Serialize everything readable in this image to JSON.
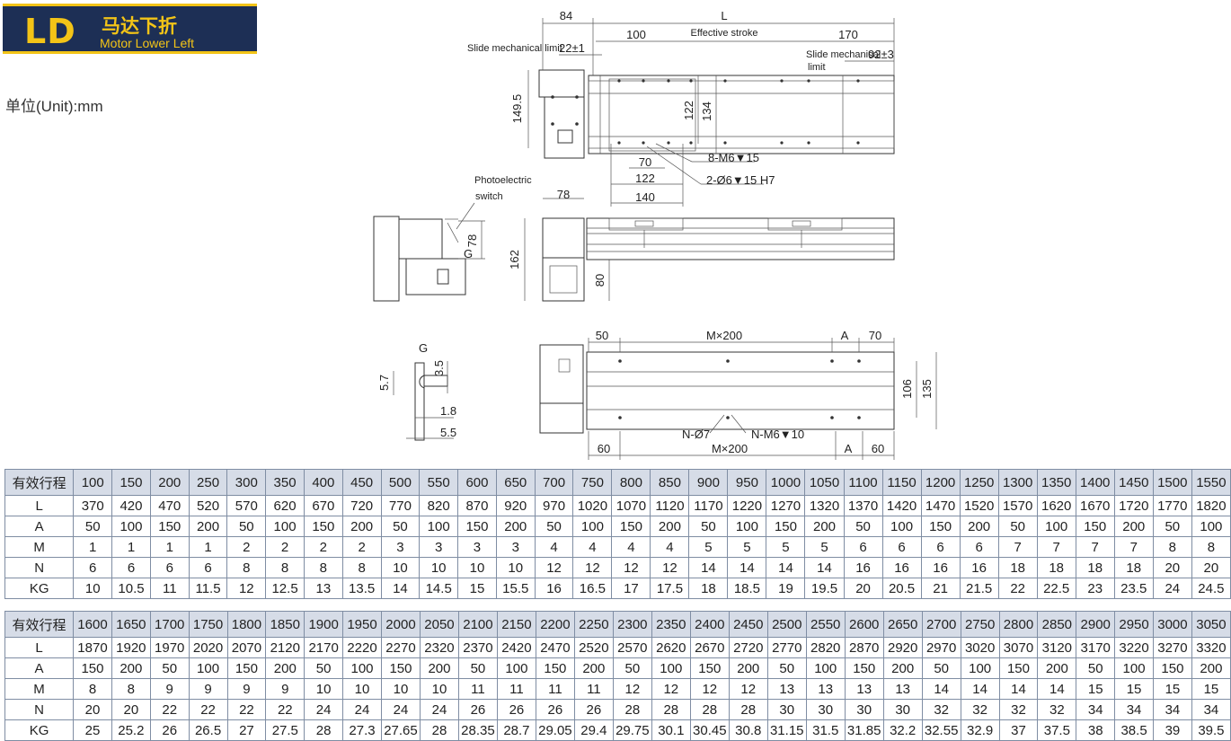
{
  "header": {
    "code": "LD",
    "title_cn": "马达下折",
    "title_en": "Motor Lower Left"
  },
  "unit_label": "单位(Unit):mm",
  "accent_color": "#f3c417",
  "badge_color": "#1d2f55",
  "drawing": {
    "top_view": {
      "dim_84": "84",
      "dim_L": "L",
      "dim_100": "100",
      "effective_stroke": "Effective stroke",
      "dim_170": "170",
      "slide_limit_left": "Slide mechanical limit",
      "dim_22": "22±1",
      "slide_limit_right_1": "Slide mechanical",
      "slide_limit_right_2": "limit",
      "dim_92": "92±3",
      "dim_149_5": "149.5",
      "dim_122": "122",
      "dim_134": "134",
      "dim_70": "70",
      "dim_122b": "122",
      "dim_140": "140",
      "hole_note_1": "8-M6▼15",
      "hole_note_2": "2-Ø6▼15 H7"
    },
    "side_view": {
      "photo_1": "Photoelectric",
      "photo_2": "switch",
      "dim_78a": "78",
      "label_g": "G",
      "dim_78b": "78",
      "dim_162": "162",
      "dim_80": "80"
    },
    "detail_g": {
      "label": "G",
      "dim_3_5": "3.5",
      "dim_5_7": "5.7",
      "dim_1_8": "1.8",
      "dim_5_5": "5.5"
    },
    "bottom_view": {
      "dim_50": "50",
      "dim_mx200_top": "M×200",
      "dim_a_top": "A",
      "dim_70": "70",
      "dim_106": "106",
      "dim_135": "135",
      "note_n7": "N-Ø7",
      "note_nm6": "N-M6▼10",
      "dim_60_left": "60",
      "dim_mx200_bot": "M×200",
      "dim_a_bot": "A",
      "dim_60_right": "60"
    }
  },
  "table1": {
    "rows": [
      [
        "有效行程",
        "100",
        "150",
        "200",
        "250",
        "300",
        "350",
        "400",
        "450",
        "500",
        "550",
        "600",
        "650",
        "700",
        "750",
        "800",
        "850",
        "900",
        "950",
        "1000",
        "1050",
        "1100",
        "1150",
        "1200",
        "1250",
        "1300",
        "1350",
        "1400",
        "1450",
        "1500",
        "1550"
      ],
      [
        "L",
        "370",
        "420",
        "470",
        "520",
        "570",
        "620",
        "670",
        "720",
        "770",
        "820",
        "870",
        "920",
        "970",
        "1020",
        "1070",
        "1120",
        "1170",
        "1220",
        "1270",
        "1320",
        "1370",
        "1420",
        "1470",
        "1520",
        "1570",
        "1620",
        "1670",
        "1720",
        "1770",
        "1820"
      ],
      [
        "A",
        "50",
        "100",
        "150",
        "200",
        "50",
        "100",
        "150",
        "200",
        "50",
        "100",
        "150",
        "200",
        "50",
        "100",
        "150",
        "200",
        "50",
        "100",
        "150",
        "200",
        "50",
        "100",
        "150",
        "200",
        "50",
        "100",
        "150",
        "200",
        "50",
        "100"
      ],
      [
        "M",
        "1",
        "1",
        "1",
        "1",
        "2",
        "2",
        "2",
        "2",
        "3",
        "3",
        "3",
        "3",
        "4",
        "4",
        "4",
        "4",
        "5",
        "5",
        "5",
        "5",
        "6",
        "6",
        "6",
        "6",
        "7",
        "7",
        "7",
        "7",
        "8",
        "8"
      ],
      [
        "N",
        "6",
        "6",
        "6",
        "6",
        "8",
        "8",
        "8",
        "8",
        "10",
        "10",
        "10",
        "10",
        "12",
        "12",
        "12",
        "12",
        "14",
        "14",
        "14",
        "14",
        "16",
        "16",
        "16",
        "16",
        "18",
        "18",
        "18",
        "18",
        "20",
        "20"
      ],
      [
        "KG",
        "10",
        "10.5",
        "11",
        "11.5",
        "12",
        "12.5",
        "13",
        "13.5",
        "14",
        "14.5",
        "15",
        "15.5",
        "16",
        "16.5",
        "17",
        "17.5",
        "18",
        "18.5",
        "19",
        "19.5",
        "20",
        "20.5",
        "21",
        "21.5",
        "22",
        "22.5",
        "23",
        "23.5",
        "24",
        "24.5"
      ]
    ]
  },
  "table2": {
    "rows": [
      [
        "有效行程",
        "1600",
        "1650",
        "1700",
        "1750",
        "1800",
        "1850",
        "1900",
        "1950",
        "2000",
        "2050",
        "2100",
        "2150",
        "2200",
        "2250",
        "2300",
        "2350",
        "2400",
        "2450",
        "2500",
        "2550",
        "2600",
        "2650",
        "2700",
        "2750",
        "2800",
        "2850",
        "2900",
        "2950",
        "3000",
        "3050"
      ],
      [
        "L",
        "1870",
        "1920",
        "1970",
        "2020",
        "2070",
        "2120",
        "2170",
        "2220",
        "2270",
        "2320",
        "2370",
        "2420",
        "2470",
        "2520",
        "2570",
        "2620",
        "2670",
        "2720",
        "2770",
        "2820",
        "2870",
        "2920",
        "2970",
        "3020",
        "3070",
        "3120",
        "3170",
        "3220",
        "3270",
        "3320"
      ],
      [
        "A",
        "150",
        "200",
        "50",
        "100",
        "150",
        "200",
        "50",
        "100",
        "150",
        "200",
        "50",
        "100",
        "150",
        "200",
        "50",
        "100",
        "150",
        "200",
        "50",
        "100",
        "150",
        "200",
        "50",
        "100",
        "150",
        "200",
        "50",
        "100",
        "150",
        "200"
      ],
      [
        "M",
        "8",
        "8",
        "9",
        "9",
        "9",
        "9",
        "10",
        "10",
        "10",
        "10",
        "11",
        "11",
        "11",
        "11",
        "12",
        "12",
        "12",
        "12",
        "13",
        "13",
        "13",
        "13",
        "14",
        "14",
        "14",
        "14",
        "15",
        "15",
        "15",
        "15"
      ],
      [
        "N",
        "20",
        "20",
        "22",
        "22",
        "22",
        "22",
        "24",
        "24",
        "24",
        "24",
        "26",
        "26",
        "26",
        "26",
        "28",
        "28",
        "28",
        "28",
        "30",
        "30",
        "30",
        "30",
        "32",
        "32",
        "32",
        "32",
        "34",
        "34",
        "34",
        "34"
      ],
      [
        "KG",
        "25",
        "25.2",
        "26",
        "26.5",
        "27",
        "27.5",
        "28",
        "27.3",
        "27.65",
        "28",
        "28.35",
        "28.7",
        "29.05",
        "29.4",
        "29.75",
        "30.1",
        "30.45",
        "30.8",
        "31.15",
        "31.5",
        "31.85",
        "32.2",
        "32.55",
        "32.9",
        "37",
        "37.5",
        "38",
        "38.5",
        "39",
        "39.5"
      ]
    ]
  }
}
